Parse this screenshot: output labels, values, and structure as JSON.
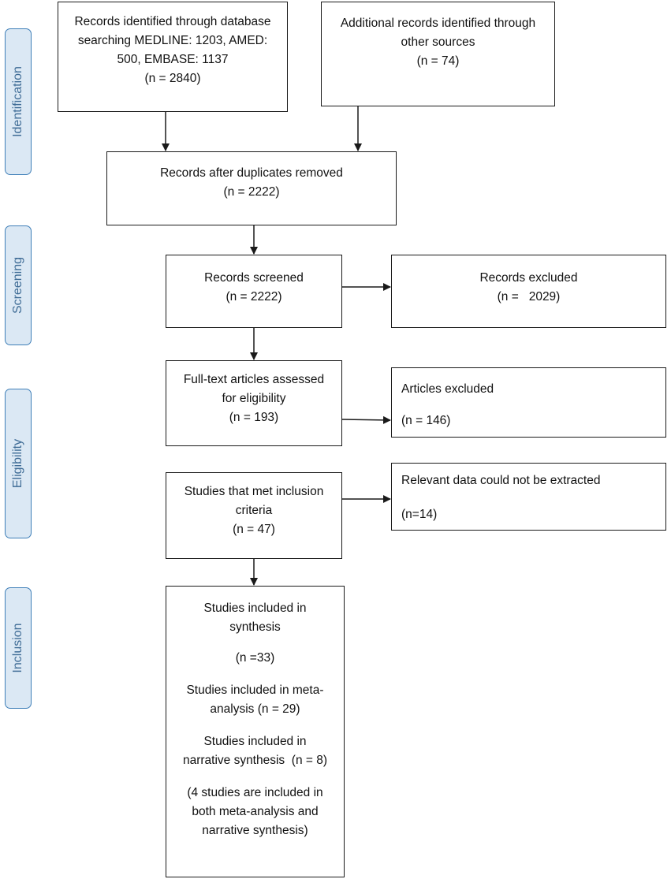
{
  "phases": {
    "identification": "Identification",
    "screening": "Screening",
    "eligibility": "Eligibility",
    "inclusion": "Inclusion"
  },
  "boxes": {
    "database_records": {
      "line1": "Records identified through database",
      "line2": "searching MEDLINE: 1203, AMED:",
      "line3": "500, EMBASE: 1137",
      "count": "(n = 2840)"
    },
    "additional_records": {
      "line1": "Additional records identified through",
      "line2": "other sources",
      "count": "(n = 74)"
    },
    "duplicates_removed": {
      "label": "Records after duplicates removed",
      "count": "(n = 2222)"
    },
    "records_screened": {
      "label": "Records screened",
      "count": "(n = 2222)"
    },
    "records_excluded": {
      "label": "Records excluded",
      "count": "(n =   2029)"
    },
    "fulltext_assessed": {
      "line1": "Full-text articles assessed",
      "line2": "for eligibility",
      "count": "(n = 193)"
    },
    "articles_excluded": {
      "label": "Articles excluded",
      "count": "(n = 146)"
    },
    "met_criteria": {
      "line1": "Studies that met inclusion",
      "line2": "criteria",
      "count": "(n = 47)"
    },
    "data_not_extracted": {
      "label": "Relevant data could not be extracted",
      "count": "(n=14)"
    },
    "included": {
      "synthesis_line1": "Studies included in",
      "synthesis_line2": "synthesis",
      "synthesis_count": "(n =33)",
      "meta_line1": "Studies included in meta-",
      "meta_line2": "analysis (n = 29)",
      "narrative_line1": "Studies included in",
      "narrative_line2": "narrative synthesis  (n = 8)",
      "note_line1": "(4 studies are included in",
      "note_line2": "both meta-analysis and",
      "note_line3": "narrative synthesis)"
    }
  }
}
